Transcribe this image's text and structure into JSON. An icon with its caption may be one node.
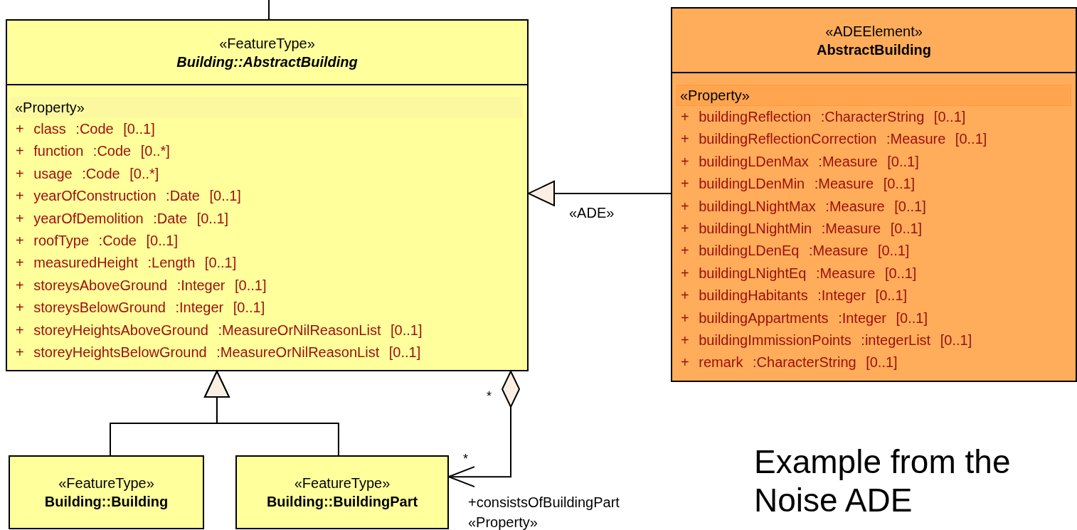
{
  "diagram": {
    "nodes": [
      {
        "text": [
          "«FeatureType»",
          "Building::AbstractBuilding",
          "«Property»",
          "+ class :Code [0..1]",
          "+ function :Code [0..*]",
          "+ usage :Code [0..*]",
          "+ yearOfConstruction :Date [0..1]",
          "+ yearOfDemolition :Date [0..1]",
          "+ roofType :Code [0..1]",
          "+ measuredHeight :Length [0..1]",
          "+ storeysAboveGround :Integer [0..1]",
          "+ storeysBelowGround :Integer [0..1]",
          "+ storeyHeightsAboveGround :MeasureOrNilReasonList [0..1]",
          "+ storeyHeightsBelowGround :MeasureOrNilReasonList [0..1]"
        ]
      },
      {
        "text": [
          "«ADEElement»",
          "AbstractBuilding",
          "«Property»",
          "+ buildingReflection :CharacterString [0..1]",
          "+ buildingReflectionCorrection :Measure [0..1]",
          "+ buildingLDenMax :Measure [0..1]",
          "+ buildingLDenMin :Measure [0..1]",
          "+ buildingLNightMax :Measure [0..1]",
          "+ buildingLNightMin :Measure [0..1]",
          "+ buildingLDenEq :Measure [0..1]",
          "+ buildingLNightEq :Measure [0..1]",
          "+ buildingHabitants :Integer [0..1]",
          "+ buildingAppartments :Integer [0..1]",
          "+ buildingImmissionPoints :integerList [0..1]",
          "+ remark :CharacterString [0..1]"
        ]
      },
      {
        "text": [
          "«FeatureType»",
          "Building::Building"
        ]
      },
      {
        "text": [
          "«FeatureType»",
          "Building::BuildingPart"
        ]
      }
    ],
    "edges": [
      {
        "from": null,
        "to": 0,
        "arrow": "none"
      },
      {
        "from": 1,
        "to": 0,
        "arrow": "to",
        "label": "«ADE»"
      },
      {
        "from": 2,
        "to": 0,
        "arrow": "to"
      },
      {
        "from": 3,
        "to": 0,
        "arrow": "to"
      },
      {
        "from": 0,
        "to": 3,
        "arrow": "to",
        "label": "+consistsOfBuildingPart «Property»"
      }
    ],
    "labels": [
      "*",
      "*",
      "Example from the Noise ADE"
    ]
  }
}
